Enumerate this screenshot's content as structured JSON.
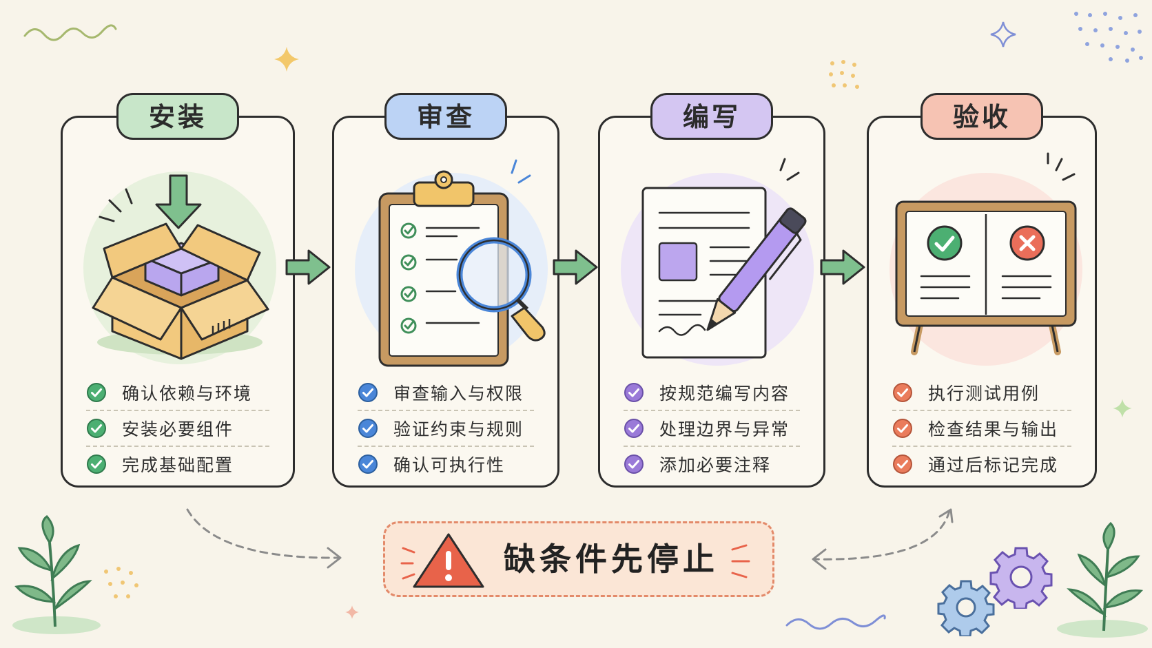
{
  "steps": [
    {
      "title": "安装",
      "color": "#c8e6c9",
      "check_color": "#4caf72",
      "items": [
        "确认依赖与环境",
        "安装必要组件",
        "完成基础配置"
      ]
    },
    {
      "title": "审查",
      "color": "#bcd3f5",
      "check_color": "#4a86d8",
      "items": [
        "审查输入与权限",
        "验证约束与规则",
        "确认可执行性"
      ]
    },
    {
      "title": "编写",
      "color": "#d4c6f2",
      "check_color": "#9a7ad8",
      "items": [
        "按规范编写内容",
        "处理边界与异常",
        "添加必要注释"
      ]
    },
    {
      "title": "验收",
      "color": "#f6c3b3",
      "check_color": "#ea7c5c",
      "items": [
        "执行测试用例",
        "检查结果与输出",
        "通过后标记完成"
      ]
    }
  ],
  "warning": {
    "text": "缺条件先停止",
    "color": "#e8634a"
  },
  "icons": {
    "install": "box-download-icon",
    "review": "clipboard-magnifier-icon",
    "write": "document-pen-icon",
    "accept": "board-check-cross-icon",
    "flow_arrow": "arrow-right-icon",
    "warning": "warning-triangle-icon"
  }
}
